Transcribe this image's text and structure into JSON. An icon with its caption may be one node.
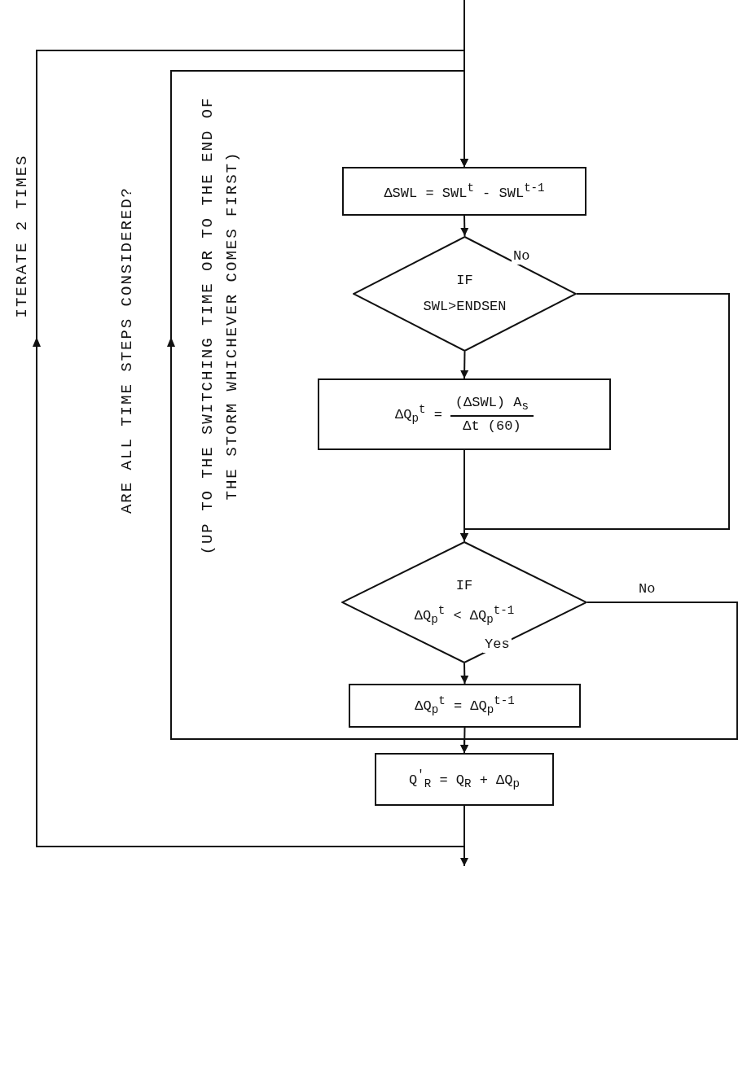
{
  "diagram": {
    "nodes": [
      {
        "text": [
          "ΔSWL = SWL$^{t}$ - SWL$^{t-1}$"
        ]
      },
      {
        "text": [
          "IF",
          "SWL>ENDSEN"
        ]
      },
      {
        "text": [
          "ΔQ$_{p}$$^{t}$ =",
          "(ΔSWL) A$_{s}$",
          "Δt (60)"
        ]
      },
      {
        "text": [
          "IF",
          "ΔQ$_{p}$$^{t}$ < ΔQ$_{p}$$^{t-1}$"
        ]
      },
      {
        "text": [
          "ΔQ$_{p}$$^{t}$ = ΔQ$_{p}$$^{t-1}$"
        ]
      },
      {
        "text": [
          "Q$^{'}$$_{R}$ = Q$_{R}$ + ΔQ$_{p}$"
        ]
      }
    ],
    "edges": [
      {
        "from": null,
        "to": 0,
        "arrow": "to"
      },
      {
        "from": 0,
        "to": 1,
        "arrow": "to"
      },
      {
        "from": 1,
        "to": 2,
        "arrow": "to"
      },
      {
        "from": 1,
        "to": 3,
        "arrow": "to",
        "label": "No"
      },
      {
        "from": 2,
        "to": 3,
        "arrow": "to"
      },
      {
        "from": 3,
        "to": 4,
        "arrow": "to",
        "label": "Yes"
      },
      {
        "from": 3,
        "to": 5,
        "arrow": "to",
        "label": "No"
      },
      {
        "from": 4,
        "to": 5,
        "arrow": "to"
      },
      {
        "from": 5,
        "to": null,
        "arrow": "to"
      },
      {
        "from": 4,
        "to": 0,
        "arrow": "to",
        "label": "ARE ALL TIME STEPS CONSIDERED?"
      },
      {
        "from": 5,
        "to": 0,
        "arrow": "to",
        "label": "ITERATE 2 TIMES"
      }
    ],
    "labels": [
      "(UP TO THE SWITCHING TIME OR TO THE END OF THE STORM WHICHEVER COMES FIRST)"
    ]
  }
}
